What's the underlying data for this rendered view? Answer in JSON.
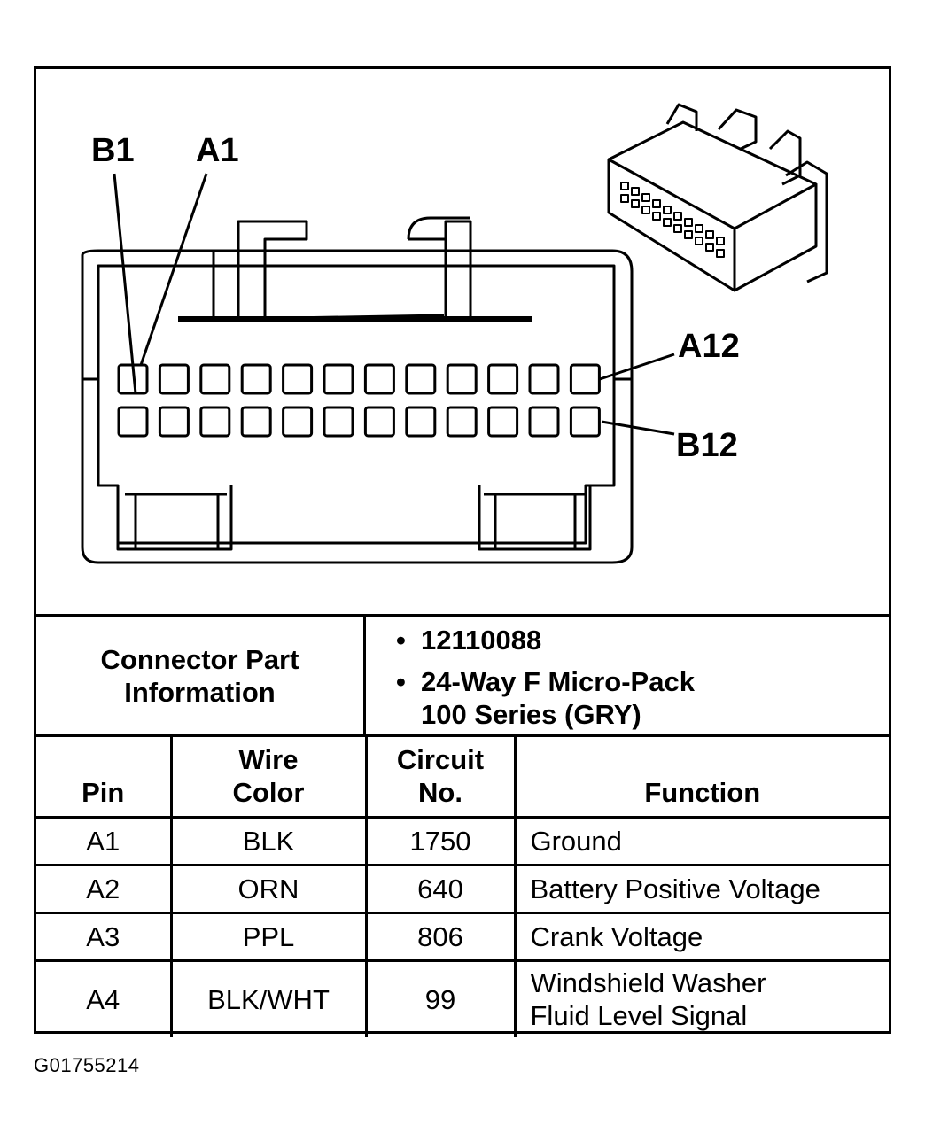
{
  "diagram": {
    "labels": {
      "b1": "B1",
      "a1": "A1",
      "a12": "A12",
      "b12": "B12"
    }
  },
  "connector_info": {
    "title": "Connector Part\nInformation",
    "items": [
      "12110088",
      "24-Way F Micro-Pack\n100 Series (GRY)"
    ]
  },
  "pin_table": {
    "headers": [
      "Pin",
      "Wire\nColor",
      "Circuit\nNo.",
      "Function"
    ],
    "rows": [
      {
        "pin": "A1",
        "wire_color": "BLK",
        "circuit": "1750",
        "function": "Ground"
      },
      {
        "pin": "A2",
        "wire_color": "ORN",
        "circuit": "640",
        "function": "Battery Positive Voltage"
      },
      {
        "pin": "A3",
        "wire_color": "PPL",
        "circuit": "806",
        "function": "Crank Voltage"
      },
      {
        "pin": "A4",
        "wire_color": "BLK/WHT",
        "circuit": "99",
        "function": "Windshield Washer\nFluid Level Signal"
      }
    ]
  },
  "figure_id": "G01755214"
}
